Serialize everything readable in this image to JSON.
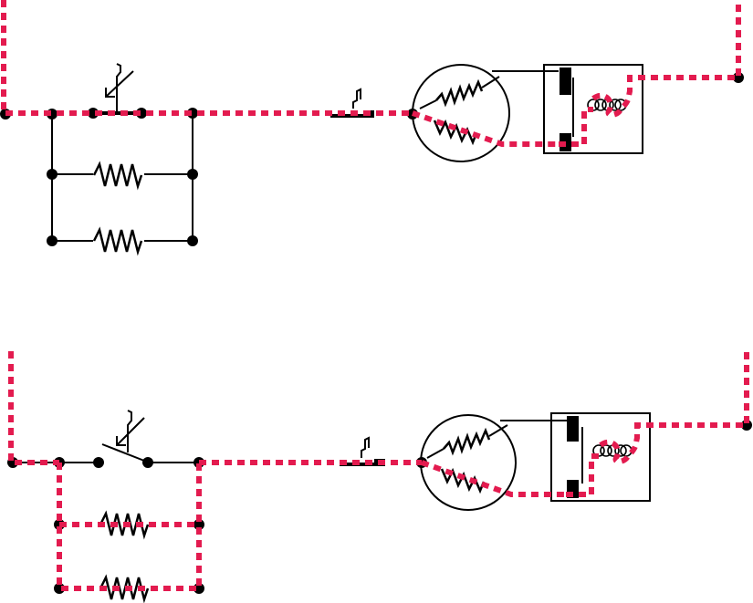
{
  "diagram": {
    "highlight_color": "#e31b4f",
    "wire_color": "#000000",
    "background": "#ffffff",
    "panels": [
      {
        "id": "top",
        "state": "switch-closed",
        "highlight": [
          "l1-lead",
          "main-line",
          "run-winding",
          "relay-coil",
          "l2-lead"
        ]
      },
      {
        "id": "bottom",
        "state": "switch-open",
        "highlight": [
          "l1-lead",
          "heater-parallel-branches",
          "main-line",
          "run-winding",
          "relay-coil",
          "l2-lead"
        ]
      }
    ]
  }
}
